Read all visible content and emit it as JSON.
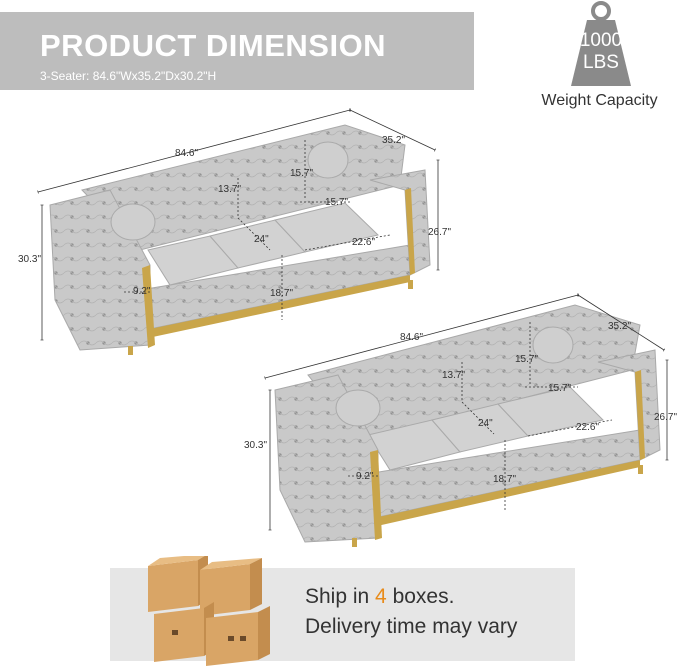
{
  "header": {
    "title": "PRODUCT DIMENSION",
    "subtitle": "3-Seater: 84.6\"Wx35.2\"Dx30.2\"H"
  },
  "weight": {
    "line1": "1000",
    "line2": "LBS",
    "label": "Weight Capacity"
  },
  "sofa_top": {
    "width": "84.6\"",
    "depth": "35.2\"",
    "height": "30.3\"",
    "arm_height": "26.7\"",
    "back_height": "13.7\"",
    "pillow_height": "15.7\"",
    "pillow_width": "15.7\"",
    "seat_depth": "24\"",
    "seat_width": "22.6\"",
    "seat_height": "18.7\"",
    "arm_width": "9.2\""
  },
  "sofa_bottom": {
    "width": "84.6\"",
    "depth": "35.2\"",
    "height": "30.3\"",
    "arm_height": "26.7\"",
    "back_height": "13.7\"",
    "pillow_height": "15.7\"",
    "pillow_width": "15.7\"",
    "seat_depth": "24\"",
    "seat_width": "22.6\"",
    "seat_height": "18.7\"",
    "arm_width": "9.2\""
  },
  "shipping": {
    "prefix": "Ship in ",
    "count": "4",
    "suffix": " boxes.",
    "delivery": "Delivery time may vary"
  },
  "colors": {
    "banner": "#bdbdbd",
    "fabric": "#c6c6c6",
    "gold": "#c9a54a",
    "accent": "#e88b1a",
    "box": "#d9a566"
  }
}
